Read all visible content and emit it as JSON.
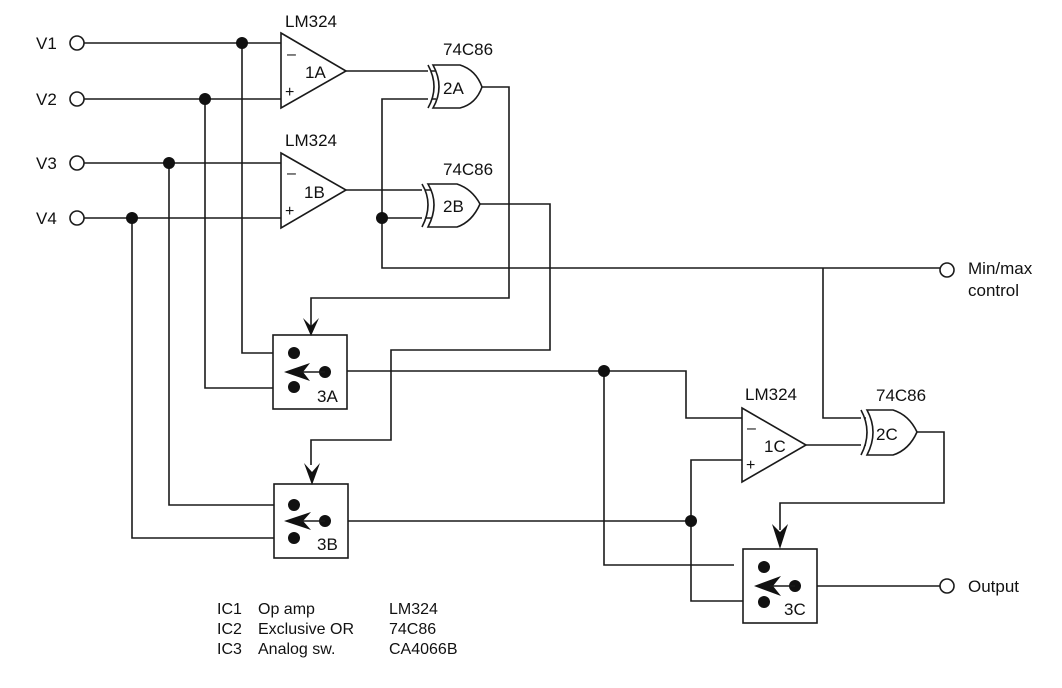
{
  "inputs": [
    "V1",
    "V2",
    "V3",
    "V4"
  ],
  "opamps": [
    {
      "id": "1A",
      "part": "LM324"
    },
    {
      "id": "1B",
      "part": "LM324"
    },
    {
      "id": "1C",
      "part": "LM324"
    }
  ],
  "opamp_pins": {
    "minus": "–",
    "plus": "+"
  },
  "xor_gates": [
    {
      "id": "2A",
      "part": "74C86"
    },
    {
      "id": "2B",
      "part": "74C86"
    },
    {
      "id": "2C",
      "part": "74C86"
    }
  ],
  "switches": [
    {
      "id": "3A"
    },
    {
      "id": "3B"
    },
    {
      "id": "3C"
    }
  ],
  "control": {
    "line1": "Min/max",
    "line2": "control"
  },
  "output": {
    "label": "Output"
  },
  "legend": [
    {
      "ic": "IC1",
      "desc": "Op amp",
      "part": "LM324"
    },
    {
      "ic": "IC2",
      "desc": "Exclusive OR",
      "part": "74C86"
    },
    {
      "ic": "IC3",
      "desc": "Analog sw.",
      "part": "CA4066B"
    }
  ]
}
